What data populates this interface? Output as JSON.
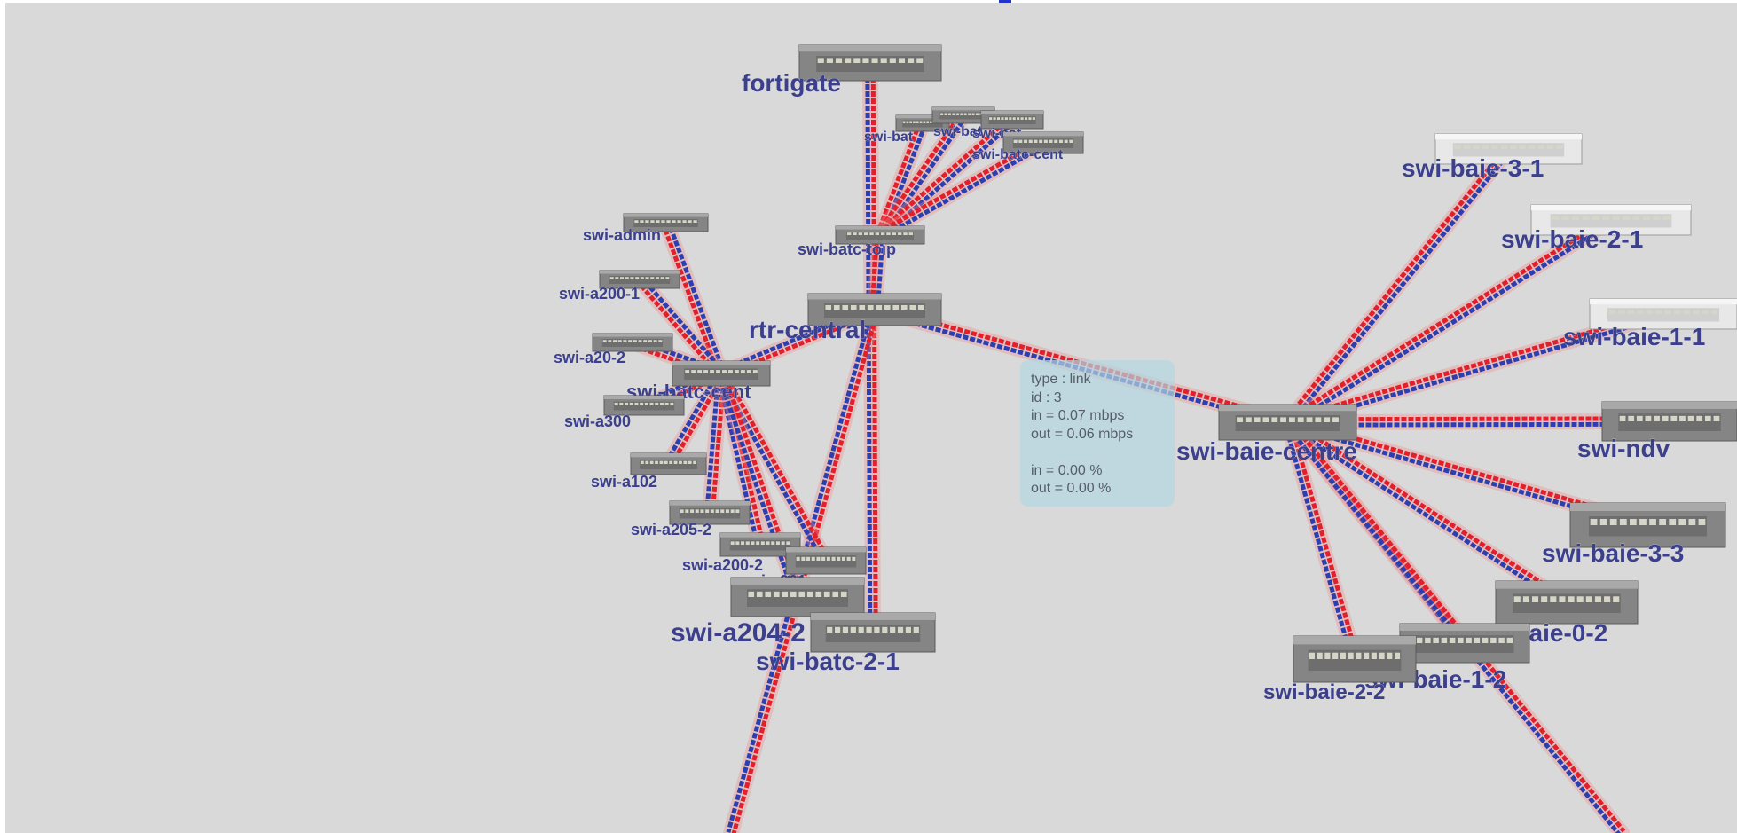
{
  "window": {
    "title": ""
  },
  "colors": {
    "background": "#d9d9d9",
    "link_in": "#2c3fb0",
    "link_out": "#e21f2a",
    "label": "#3b3f8c",
    "tooltip_bg": "#b4d7e1"
  },
  "switches": [
    {
      "id": "fortigate",
      "label": "fortigate"
    },
    {
      "id": "swi-bat-1",
      "label": "swi-bat"
    },
    {
      "id": "swi-bat-2",
      "label": "swi-bat"
    },
    {
      "id": "swi-bat-3",
      "label": "swi-bat"
    },
    {
      "id": "swi-batc-cent",
      "label": "swi-batc-cent"
    },
    {
      "id": "swi-batc-toip",
      "label": "swi-batc-toip"
    },
    {
      "id": "rtr-central",
      "label": "rtr-central"
    },
    {
      "id": "swi-admin",
      "label": "swi-admin"
    },
    {
      "id": "swi-a200-1",
      "label": "swi-a200-1"
    },
    {
      "id": "swi-a20-2",
      "label": "swi-a20-2"
    },
    {
      "id": "swi-batc-cent2",
      "label": "swi-batc-cent"
    },
    {
      "id": "swi-a300",
      "label": "swi-a300"
    },
    {
      "id": "swi-a102",
      "label": "swi-a102"
    },
    {
      "id": "swi-a205-2",
      "label": "swi-a205-2"
    },
    {
      "id": "swi-a200-2",
      "label": "swi-a200-2"
    },
    {
      "id": "swi-a201",
      "label": "swi-a201"
    },
    {
      "id": "swi-a204-2",
      "label": "swi-a204-2"
    },
    {
      "id": "swi-batc-2-1",
      "label": "swi-batc-2-1"
    },
    {
      "id": "swi-baie-cent",
      "label": "swi-baie-centre"
    },
    {
      "id": "swi-baie-3-1",
      "label": "swi-baie-3-1"
    },
    {
      "id": "swi-baie-2-1",
      "label": "swi-baie-2-1"
    },
    {
      "id": "swi-baie-1-1",
      "label": "swi-baie-1-1"
    },
    {
      "id": "swi-ndv",
      "label": "swi-ndv"
    },
    {
      "id": "swi-baie-3-3",
      "label": "swi-baie-3-3"
    },
    {
      "id": "swi-baie-0-2",
      "label": "swi-baie-0-2"
    },
    {
      "id": "swi-baie-1-2",
      "label": "swi-baie-1-2"
    },
    {
      "id": "swi-baie-2-2",
      "label": "swi-baie-2-2"
    }
  ],
  "links": [
    {
      "from": "fortigate",
      "to": "swi-batc-2-1"
    },
    {
      "from": "swi-batc-toip",
      "to": "swi-bat-1"
    },
    {
      "from": "swi-batc-toip",
      "to": "swi-bat-2"
    },
    {
      "from": "swi-batc-toip",
      "to": "swi-bat-3"
    },
    {
      "from": "swi-batc-toip",
      "to": "swi-batc-cent"
    },
    {
      "from": "rtr-central",
      "to": "swi-batc-toip"
    },
    {
      "from": "rtr-central",
      "to": "swi-batc-cent2"
    },
    {
      "from": "rtr-central",
      "to": "swi-baie-cent"
    },
    {
      "from": "rtr-central",
      "to": "offscreen-bottom"
    },
    {
      "from": "swi-batc-cent2",
      "to": "swi-admin"
    },
    {
      "from": "swi-batc-cent2",
      "to": "swi-a200-1"
    },
    {
      "from": "swi-batc-cent2",
      "to": "swi-a20-2"
    },
    {
      "from": "swi-batc-cent2",
      "to": "swi-a300"
    },
    {
      "from": "swi-batc-cent2",
      "to": "swi-a102"
    },
    {
      "from": "swi-batc-cent2",
      "to": "swi-a205-2"
    },
    {
      "from": "swi-batc-cent2",
      "to": "swi-a200-2"
    },
    {
      "from": "swi-batc-cent2",
      "to": "swi-a201"
    },
    {
      "from": "swi-batc-cent2",
      "to": "swi-a204-2"
    },
    {
      "from": "swi-baie-cent",
      "to": "swi-baie-3-1"
    },
    {
      "from": "swi-baie-cent",
      "to": "swi-baie-2-1"
    },
    {
      "from": "swi-baie-cent",
      "to": "swi-baie-1-1"
    },
    {
      "from": "swi-baie-cent",
      "to": "swi-ndv"
    },
    {
      "from": "swi-baie-cent",
      "to": "swi-baie-3-3"
    },
    {
      "from": "swi-baie-cent",
      "to": "swi-baie-0-2"
    },
    {
      "from": "swi-baie-cent",
      "to": "swi-baie-1-2"
    },
    {
      "from": "swi-baie-cent",
      "to": "swi-baie-2-2"
    },
    {
      "from": "swi-baie-cent",
      "to": "offscreen-bottom-right"
    }
  ],
  "tooltip": {
    "type": "type : link",
    "id": "id : 3",
    "in_rate": "in = 0.07 mbps",
    "out_rate": "out = 0.06 mbps",
    "in_pct": "in = 0.00 %",
    "out_pct": "out = 0.00 %"
  }
}
